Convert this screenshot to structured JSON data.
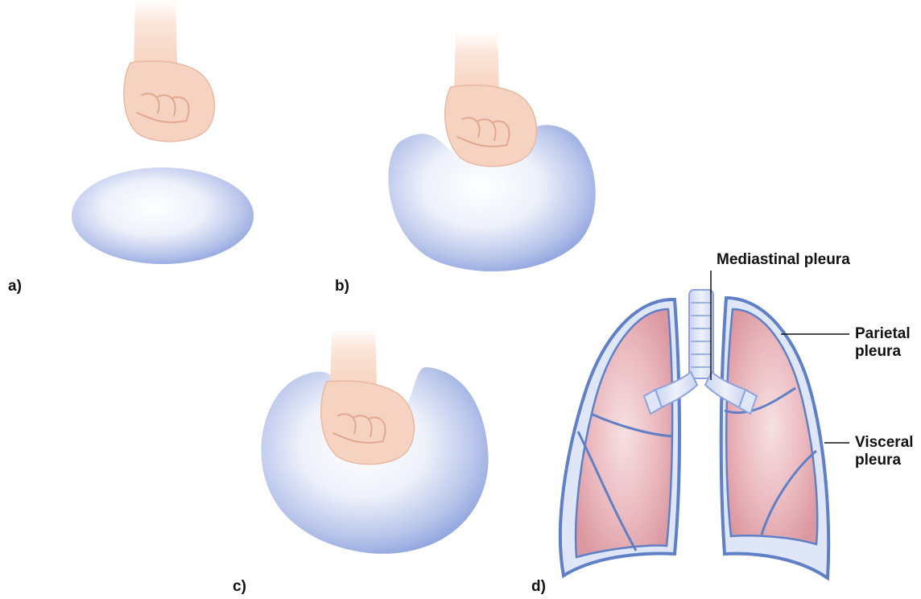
{
  "panels": {
    "a": "a)",
    "b": "b)",
    "c": "c)",
    "d": "d)"
  },
  "callouts": {
    "mediastinal": "Mediastinal pleura",
    "parietal_line1": "Parietal",
    "parietal_line2": "pleura",
    "visceral_line1": "Visceral",
    "visceral_line2": "pleura"
  },
  "colors": {
    "balloon": "#8ea3de",
    "balloon_light": "#f4f6fd",
    "skin": "#f6d3c0",
    "lung": "#e3a6ae",
    "pleura": "#5f7fc6"
  }
}
